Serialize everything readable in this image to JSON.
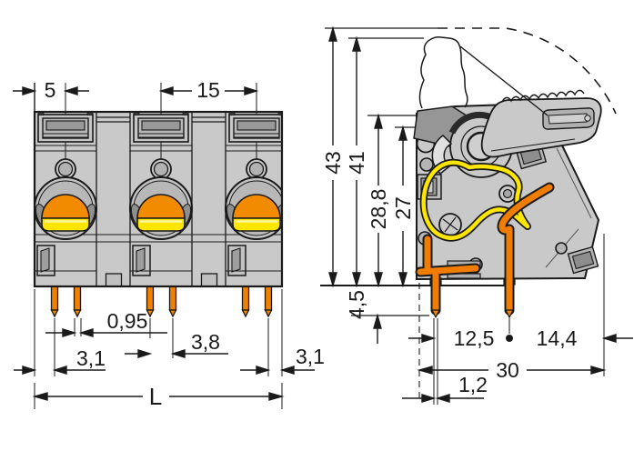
{
  "figure": {
    "kind": "technical dimensional drawing",
    "subject": "3-pole PCB terminal block with push-buttons and actuation lever",
    "views": {
      "left": "front view (3 poles)",
      "right": "side view with lever shown open (dashed arc) and closed"
    },
    "unit_style": "millimetres, comma decimal separator"
  },
  "colors": {
    "body_gray": "#c9c9c9",
    "dark_gray": "#8f8f8f",
    "outline": "#1a1a1a",
    "button_orange": "#f28b00",
    "button_yellow": "#ffe600",
    "pin_orange": "#ee8200",
    "conductor_orange": "#f07d00",
    "spring_yellow": "#ffe600"
  },
  "front_view": {
    "dims": {
      "edge_to_first_pole_center": "5",
      "pole_pitch": "15",
      "pin_width": "0,95",
      "edge_to_pin_left": "3,1",
      "pin_pair_spacing": "3,8",
      "pin_to_edge_right": "3,1",
      "overall_length": "L"
    }
  },
  "side_view": {
    "dims": {
      "height_lever_open": "43",
      "height_lever_open_grip": "41",
      "height_housing_ledge": "28,8",
      "height_housing_front": "27",
      "pin_length_below_board": "4,5",
      "pin_row_spacing": "12,5",
      "second_pin_to_rear": "14,4",
      "overall_depth": "30",
      "pin_thickness": "1,2"
    }
  }
}
